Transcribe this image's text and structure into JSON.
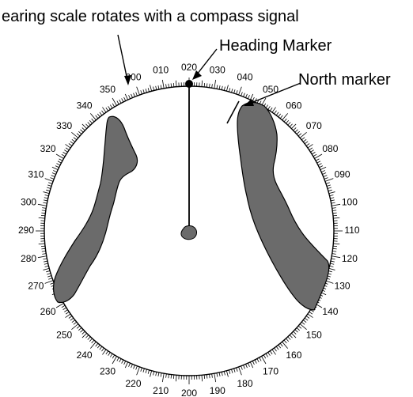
{
  "callouts": {
    "bearing_scale": "earing scale rotates with a compass signal",
    "heading_marker": "Heading Marker",
    "north_marker": "North marker"
  },
  "bearing_labels": [
    "000",
    "010",
    "020",
    "030",
    "040",
    "050",
    "060",
    "070",
    "080",
    "090",
    "100",
    "110",
    "120",
    "130",
    "140",
    "150",
    "160",
    "170",
    "180",
    "190",
    "200",
    "210",
    "220",
    "230",
    "240",
    "250",
    "260",
    "270",
    "280",
    "290",
    "300",
    "310",
    "320",
    "330",
    "340",
    "350"
  ],
  "colors": {
    "line": "#000000",
    "landmass": "#6b6b6b",
    "background": "#ffffff"
  }
}
